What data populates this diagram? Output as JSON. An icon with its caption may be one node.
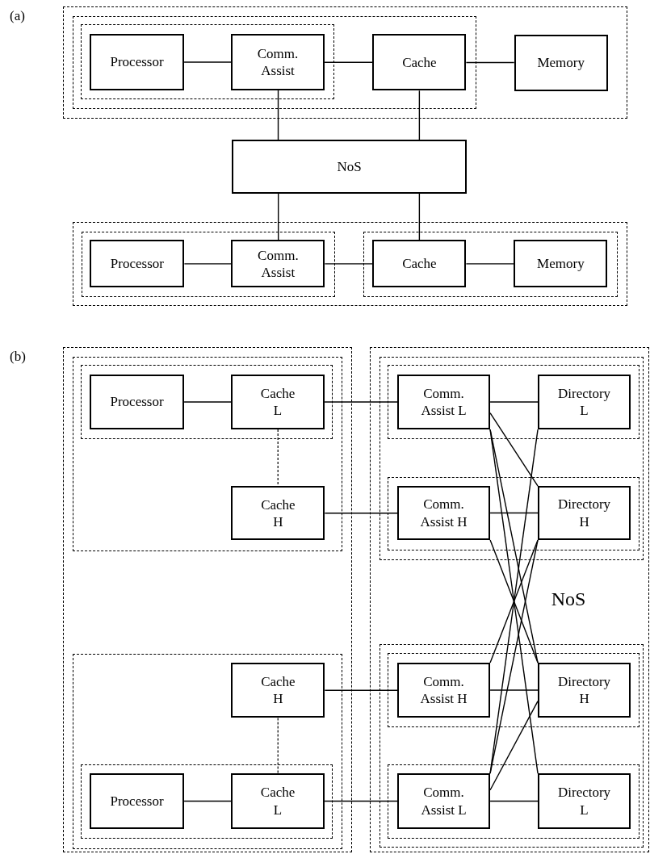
{
  "diagram": {
    "nodes": [
      {
        "text": [],
        "shape": "box"
      },
      {
        "text": [],
        "shape": "box",
        "in": 0
      },
      {
        "text": [],
        "shape": "box",
        "in": 1
      },
      {
        "text": [
          "Processor"
        ],
        "in": 2
      },
      {
        "text": [
          "Comm. Assist"
        ],
        "in": 2
      },
      {
        "text": [
          "Cache"
        ],
        "in": 1
      },
      {
        "text": [
          "Memory"
        ],
        "in": 0
      },
      {
        "text": [
          "NoS"
        ]
      },
      {
        "text": [],
        "shape": "box"
      },
      {
        "text": [],
        "shape": "box",
        "in": 8
      },
      {
        "text": [
          "Processor"
        ],
        "in": 9
      },
      {
        "text": [
          "Comm. Assist"
        ],
        "in": 9
      },
      {
        "text": [],
        "shape": "box",
        "in": 8
      },
      {
        "text": [
          "Cache"
        ],
        "in": 12
      },
      {
        "text": [
          "Memory"
        ],
        "in": 12
      },
      {
        "text": [],
        "shape": "box"
      },
      {
        "text": [],
        "shape": "box",
        "in": 15
      },
      {
        "text": [],
        "shape": "box",
        "in": 16
      },
      {
        "text": [
          "Processor"
        ],
        "in": 17
      },
      {
        "text": [
          "Cache L"
        ],
        "in": 17
      },
      {
        "text": [
          "Cache H"
        ],
        "in": 16
      },
      {
        "text": [],
        "shape": "box",
        "in": 15
      },
      {
        "text": [
          "Cache H"
        ],
        "in": 21
      },
      {
        "text": [],
        "shape": "box",
        "in": 21
      },
      {
        "text": [
          "Processor"
        ],
        "in": 23
      },
      {
        "text": [
          "Cache L"
        ],
        "in": 23
      },
      {
        "text": [
          "NoS"
        ]
      },
      {
        "text": [],
        "shape": "box",
        "in": 26
      },
      {
        "text": [],
        "shape": "box",
        "in": 27
      },
      {
        "text": [
          "Comm. Assist L"
        ],
        "in": 28
      },
      {
        "text": [
          "Directory L"
        ],
        "in": 28
      },
      {
        "text": [],
        "shape": "box",
        "in": 27
      },
      {
        "text": [
          "Comm. Assist H"
        ],
        "in": 31
      },
      {
        "text": [
          "Directory H"
        ],
        "in": 31
      },
      {
        "text": [],
        "shape": "box",
        "in": 26
      },
      {
        "text": [],
        "shape": "box",
        "in": 34
      },
      {
        "text": [
          "Comm. Assist H"
        ],
        "in": 35
      },
      {
        "text": [
          "Directory H"
        ],
        "in": 35
      },
      {
        "text": [],
        "shape": "box",
        "in": 34
      },
      {
        "text": [
          "Comm. Assist L"
        ],
        "in": 38
      },
      {
        "text": [
          "Directory L"
        ],
        "in": 38
      }
    ],
    "edges": [
      {
        "from": 3,
        "to": 4,
        "arrow": "none"
      },
      {
        "from": 4,
        "to": 5,
        "arrow": "none"
      },
      {
        "from": 5,
        "to": 6,
        "arrow": "none"
      },
      {
        "from": 4,
        "to": 7,
        "arrow": "none"
      },
      {
        "from": 5,
        "to": 7,
        "arrow": "none"
      },
      {
        "from": 7,
        "to": 11,
        "arrow": "none"
      },
      {
        "from": 7,
        "to": 13,
        "arrow": "none"
      },
      {
        "from": 10,
        "to": 11,
        "arrow": "none"
      },
      {
        "from": 11,
        "to": 13,
        "arrow": "none"
      },
      {
        "from": 13,
        "to": 14,
        "arrow": "none"
      },
      {
        "from": 18,
        "to": 19,
        "arrow": "none"
      },
      {
        "from": 19,
        "to": 20,
        "arrow": "none",
        "style": "dashed"
      },
      {
        "from": 19,
        "to": 29,
        "arrow": "none"
      },
      {
        "from": 20,
        "to": 32,
        "arrow": "none"
      },
      {
        "from": 29,
        "to": 30,
        "arrow": "none"
      },
      {
        "from": 32,
        "to": 33,
        "arrow": "none"
      },
      {
        "from": 22,
        "to": 25,
        "arrow": "none",
        "style": "dashed"
      },
      {
        "from": 24,
        "to": 25,
        "arrow": "none"
      },
      {
        "from": 22,
        "to": 36,
        "arrow": "none"
      },
      {
        "from": 25,
        "to": 39,
        "arrow": "none"
      },
      {
        "from": 36,
        "to": 37,
        "arrow": "none"
      },
      {
        "from": 39,
        "to": 40,
        "arrow": "none"
      },
      {
        "from": 29,
        "to": 33,
        "arrow": "none"
      },
      {
        "from": 29,
        "to": 37,
        "arrow": "none"
      },
      {
        "from": 29,
        "to": 40,
        "arrow": "none"
      },
      {
        "from": 32,
        "to": 37,
        "arrow": "none"
      },
      {
        "from": 30,
        "to": 39,
        "arrow": "none"
      },
      {
        "from": 33,
        "to": 36,
        "arrow": "none"
      },
      {
        "from": 33,
        "to": 39,
        "arrow": "none"
      },
      {
        "from": 39,
        "to": 37,
        "arrow": "none"
      }
    ],
    "labels": [
      "(a)",
      "(b)"
    ]
  }
}
